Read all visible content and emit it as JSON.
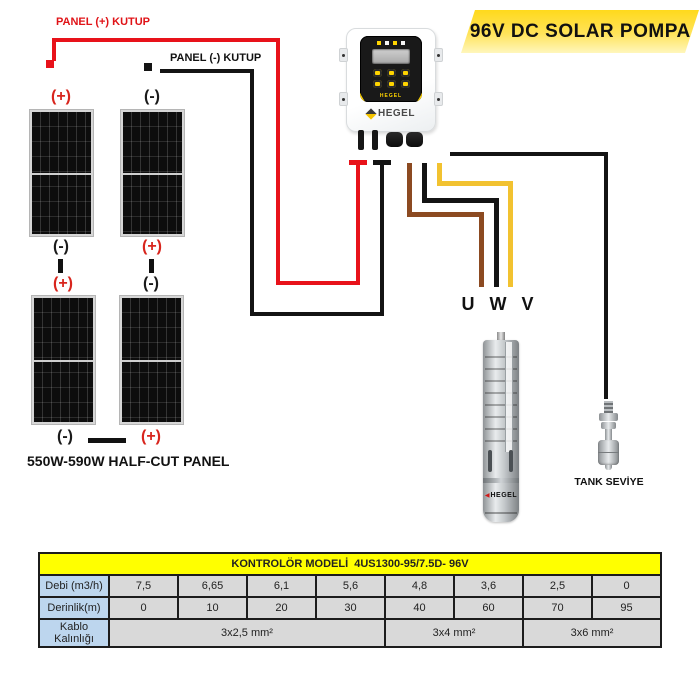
{
  "badge": {
    "text": "96V DC SOLAR POMPA"
  },
  "wiring": {
    "panel_plus_label": "PANEL (+) KUTUP",
    "panel_minus_label": "PANEL (-) KUTUP",
    "pump_phases_label": "U W V",
    "tank_label": "TANK SEVİYE"
  },
  "panels": {
    "caption": "550W-590W HALF-CUT PANEL",
    "items": [
      {
        "top": "(+)",
        "bottom": "(-)"
      },
      {
        "top": "(-)",
        "bottom": "(+)"
      },
      {
        "top": "(+)",
        "bottom": "(-)"
      },
      {
        "top": "(-)",
        "bottom": "(+)"
      }
    ]
  },
  "controller": {
    "brand": "HEGEL",
    "panel_brand": "HEGEL"
  },
  "pump": {
    "brand": "HEGEL"
  },
  "colors": {
    "wire_red": "#e8121a",
    "wire_black": "#141414",
    "wire_brown": "#8c4a21",
    "wire_yellow": "#f2c230",
    "badge_yellow": "#ffd91c",
    "table_header_bg": "#ffff00",
    "table_label_bg": "#bdd6ee",
    "table_cell_bg": "#d9d9d9",
    "brand_yellow": "#ffd400"
  },
  "table": {
    "title": "KONTROLÖR MODELİ  4US1300-95/7.5D- 96V",
    "rows": {
      "debi": {
        "label": "Debi (m3/h)",
        "values": [
          "7,5",
          "6,65",
          "6,1",
          "5,6",
          "4,8",
          "3,6",
          "2,5",
          "0"
        ]
      },
      "derinlik": {
        "label": "Derinlik(m)",
        "values": [
          "0",
          "10",
          "20",
          "30",
          "40",
          "60",
          "70",
          "95"
        ]
      },
      "kablo": {
        "label": "Kablo Kalınlığı",
        "values": [
          "3x2,5 mm²",
          "3x4 mm²",
          "3x6 mm²"
        ]
      }
    }
  }
}
